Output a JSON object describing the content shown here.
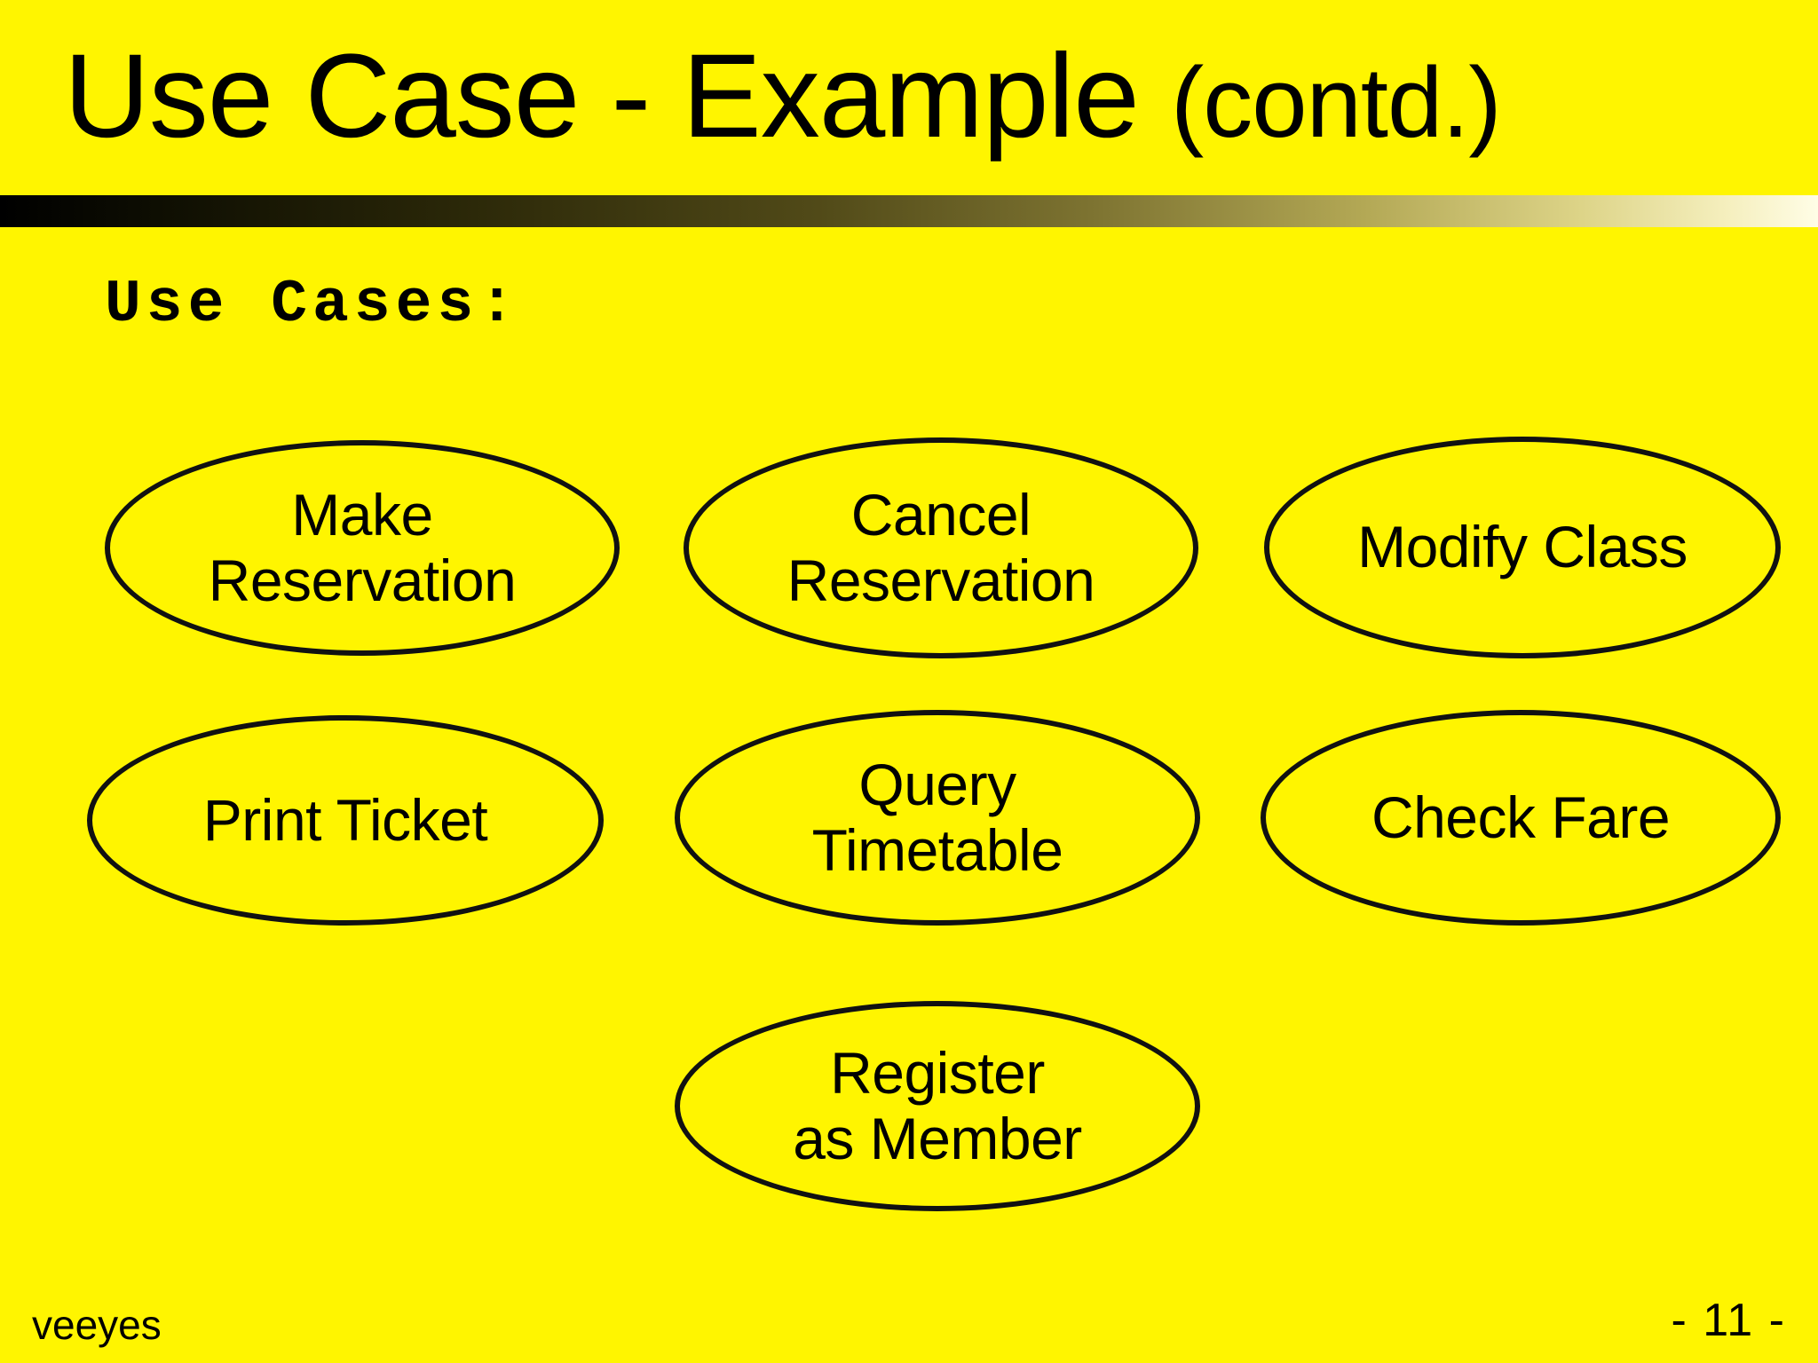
{
  "slide": {
    "background_color": "#FFF500",
    "title": {
      "main": "Use Case - Example ",
      "contd": "(contd.)"
    },
    "section_label": "Use Cases:",
    "use_cases": [
      {
        "id": "make-reservation",
        "label": "Make\nReservation"
      },
      {
        "id": "cancel-reservation",
        "label": "Cancel\nReservation"
      },
      {
        "id": "modify-class",
        "label": "Modify Class"
      },
      {
        "id": "print-ticket",
        "label": "Print Ticket"
      },
      {
        "id": "query-timetable",
        "label": "Query\nTimetable"
      },
      {
        "id": "check-fare",
        "label": "Check Fare"
      },
      {
        "id": "register-as-member",
        "label": "Register\nas Member"
      }
    ],
    "footer": {
      "author": "veeyes",
      "page_number": "- 11 -"
    },
    "colors": {
      "background": "#FFF500",
      "text": "#000000",
      "ellipse_stroke": "#111111",
      "divider_start": "#000000",
      "divider_end": "#FFFDE6"
    }
  }
}
